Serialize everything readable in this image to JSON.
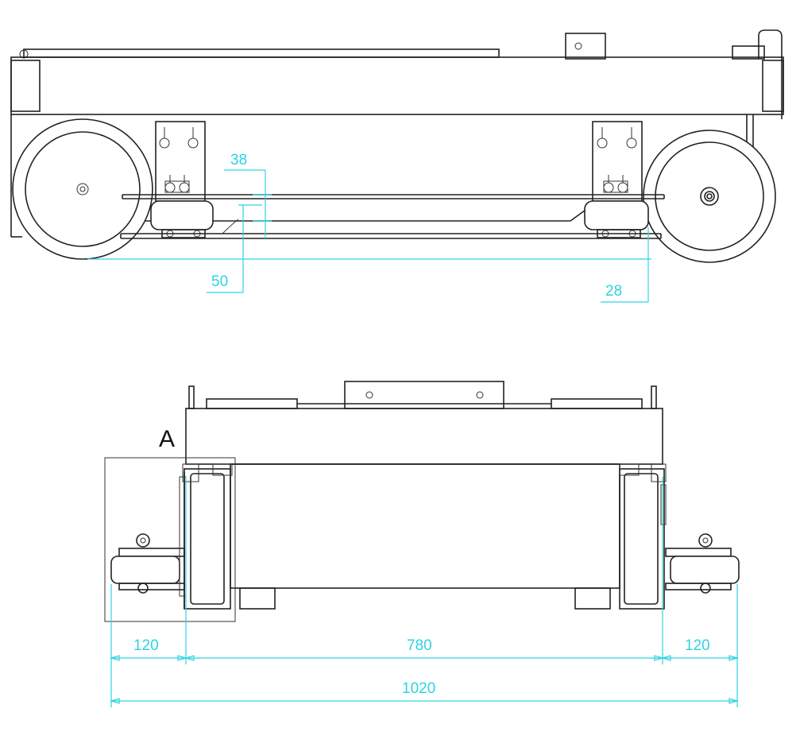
{
  "colors": {
    "dimension": "#2fd3e3",
    "outline": "#222222",
    "background": "#ffffff"
  },
  "side_view": {
    "dimensions": {
      "d38": "38",
      "d50": "50",
      "d28": "28"
    }
  },
  "front_view": {
    "detail_label": "A",
    "dimensions": {
      "left_120": "120",
      "mid_780": "780",
      "right_120": "120",
      "total_1020": "1020"
    }
  }
}
